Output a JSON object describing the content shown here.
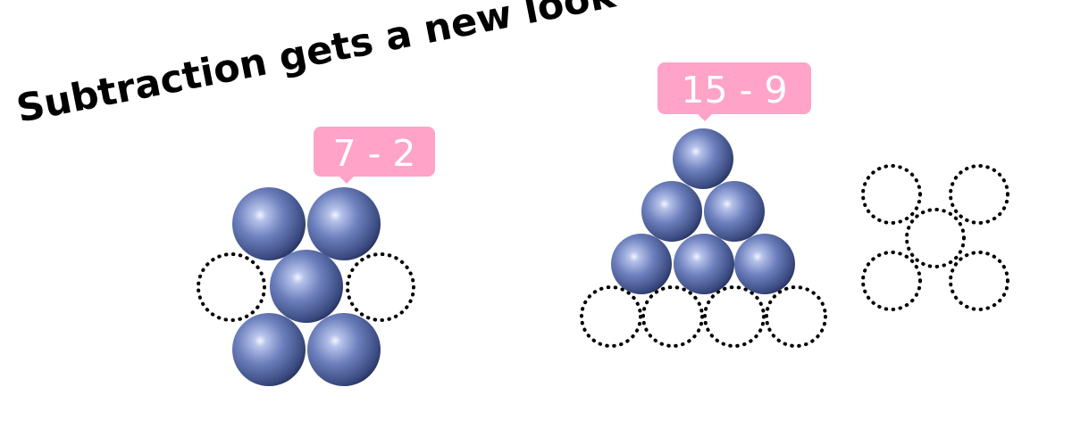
{
  "title": "Subtraction gets a new look",
  "problems": [
    {
      "label": "7 - 2",
      "minuend": 7,
      "subtrahend": 2,
      "remaining": 5
    },
    {
      "label": "15 - 9",
      "minuend": 15,
      "subtrahend": 9,
      "remaining": 6
    }
  ],
  "removed_group": {
    "count": 5
  },
  "colors": {
    "ball": "#6d80bd",
    "ball_dark": "#1f2a4f",
    "ball_highlight": "#eef2ff",
    "label_bg": "#ffa3c8",
    "label_text": "#ffffff",
    "outline": "#000000"
  }
}
